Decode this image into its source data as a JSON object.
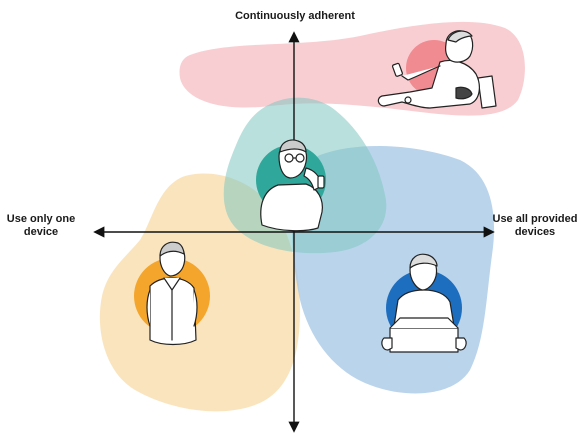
{
  "axes": {
    "top_label": "Continuously adherent",
    "left_label_line1": "Use only one",
    "left_label_line2": "device",
    "right_label_line1": "Use all provided",
    "right_label_line2": "devices"
  },
  "personas": [
    {
      "id": "monitor-user",
      "icon": "person-using-blood-pressure-monitor-icon",
      "blob_color": "#f4b7bb",
      "circle_color": "#ee7f86"
    },
    {
      "id": "glasses-user",
      "icon": "person-with-glasses-and-phone-icon",
      "blob_color": "#9fd3cf",
      "circle_color": "#2fa79a"
    },
    {
      "id": "one-device-user",
      "icon": "person-in-shirt-icon",
      "blob_color": "#f8d9a4",
      "circle_color": "#f4a52c"
    },
    {
      "id": "all-devices-user",
      "icon": "person-holding-box-icon",
      "blob_color": "#a9c8e6",
      "circle_color": "#1e6ec0"
    }
  ]
}
